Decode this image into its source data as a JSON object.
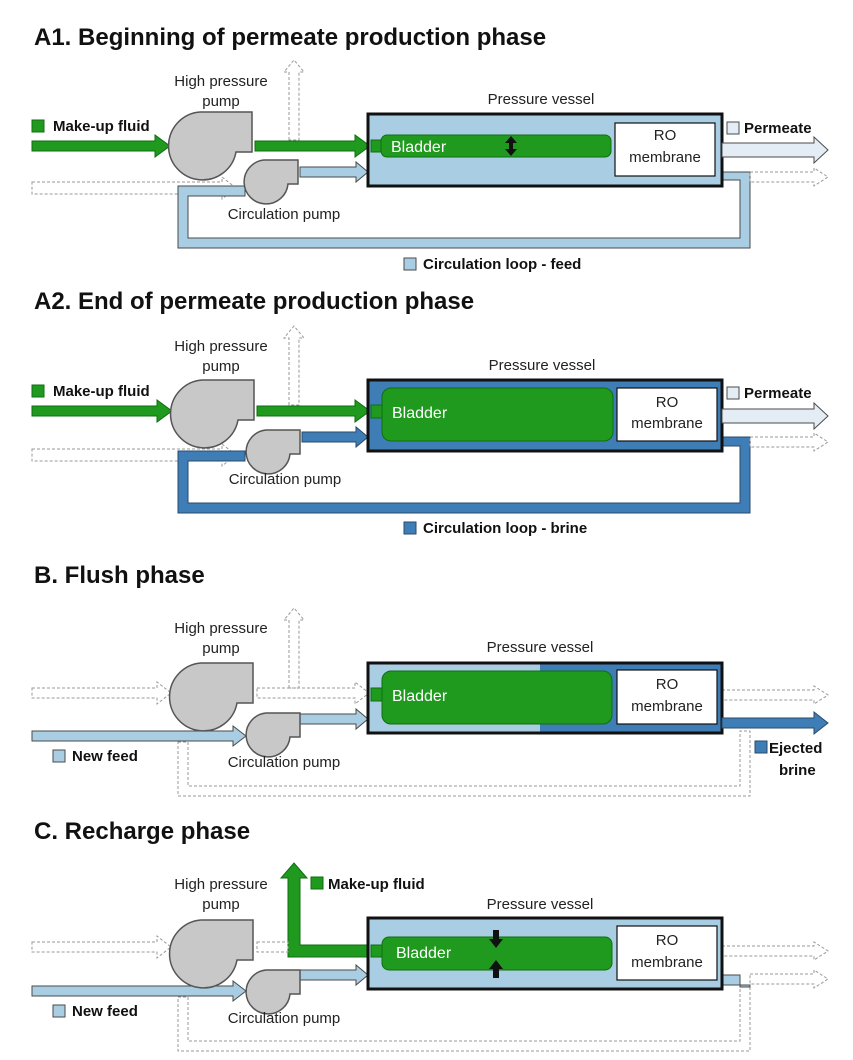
{
  "colors": {
    "green": "#1f9a1f",
    "green_dark": "#0f6e0f",
    "light_blue": "#a9cde3",
    "dark_blue": "#3f7db6",
    "permeate": "#e4edf6",
    "pump_gray": "#c8c8c8"
  },
  "panels": {
    "a1": {
      "title": "A1. Beginning of permeate production phase",
      "hp_line1": "High pressure",
      "hp_line2": "pump",
      "vessel": "Pressure vessel",
      "bladder": "Bladder",
      "ro_line1": "RO",
      "ro_line2": "membrane",
      "makeup": "Make-up fluid",
      "permeate": "Permeate",
      "circ_pump": "Circulation pump",
      "loop": "Circulation loop - feed"
    },
    "a2": {
      "title": "A2. End of permeate production phase",
      "hp_line1": "High pressure",
      "hp_line2": "pump",
      "vessel": "Pressure vessel",
      "bladder": "Bladder",
      "ro_line1": "RO",
      "ro_line2": "membrane",
      "makeup": "Make-up fluid",
      "permeate": "Permeate",
      "circ_pump": "Circulation pump",
      "loop": "Circulation loop - brine"
    },
    "b": {
      "title": "B. Flush phase",
      "hp_line1": "High pressure",
      "hp_line2": "pump",
      "vessel": "Pressure vessel",
      "bladder": "Bladder",
      "ro_line1": "RO",
      "ro_line2": "membrane",
      "new_feed": "New feed",
      "circ_pump": "Circulation pump",
      "ejected_line1": "Ejected",
      "ejected_line2": "brine"
    },
    "c": {
      "title": "C. Recharge phase",
      "hp_line1": "High pressure",
      "hp_line2": "pump",
      "vessel": "Pressure vessel",
      "bladder": "Bladder",
      "ro_line1": "RO",
      "ro_line2": "membrane",
      "makeup": "Make-up fluid",
      "new_feed": "New feed",
      "circ_pump": "Circulation pump"
    }
  }
}
